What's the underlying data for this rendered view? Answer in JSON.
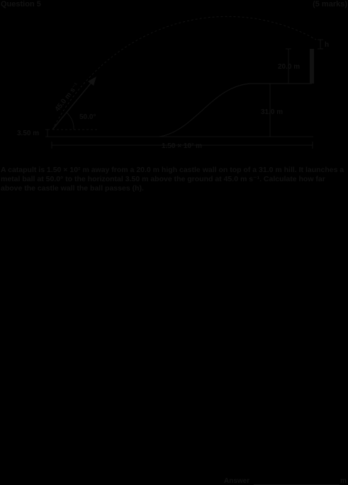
{
  "header": {
    "question_label": "Question 5",
    "marks": "(5 marks)"
  },
  "diagram": {
    "velocity_label": "45.0 m s⁻¹",
    "angle_label": "50.0°",
    "launch_height_label": "3.50 m",
    "wall_height_label": "20.0 m",
    "hill_height_label": "31.0 m",
    "distance_label": "1.50 × 10² m",
    "clearance_label": "h"
  },
  "question": {
    "text": "A catapult is 1.50 × 10² m away from a 20.0 m high castle wall on top of a 31.0 m hill. It launches a metal ball at 50.0° to the horizontal 3.50 m above the ground at 45.0 m s⁻¹. Calculate how far above the castle wall the ball passes (h)."
  },
  "answer": {
    "label": "Answer",
    "unit": "m"
  }
}
